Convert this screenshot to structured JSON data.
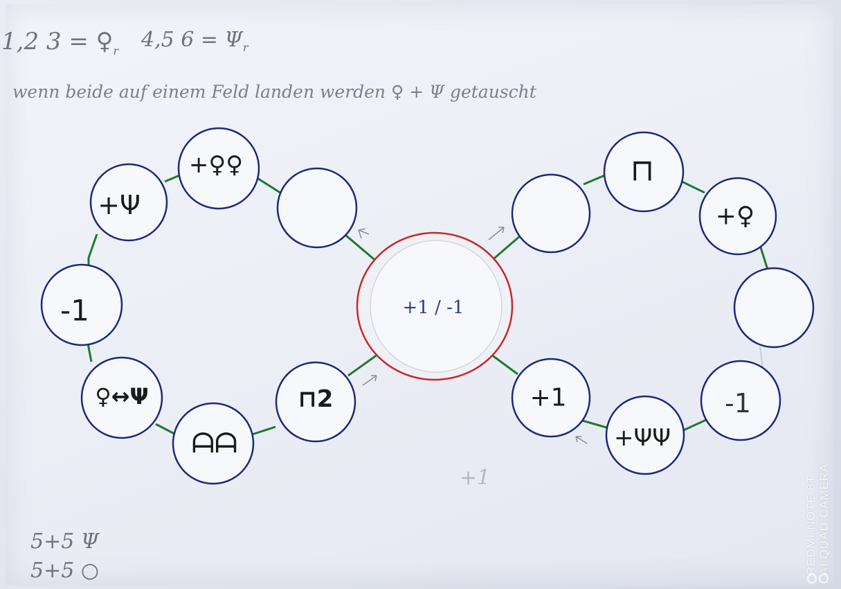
{
  "header_notes": {
    "line1_left": "1,2 3 = ♀",
    "line1_left_sub": "r",
    "line1_right": "4,5 6 = Ψ",
    "line1_right_sub": "r",
    "line2": "wenn beide auf einem Feld landen werden ♀ + Ψ getauscht"
  },
  "board": {
    "center": {
      "label": "+1 / -1"
    },
    "left_loop": [
      {
        "id": "l1",
        "label": "+Ψ"
      },
      {
        "id": "l2",
        "label": "+♀♀"
      },
      {
        "id": "l3",
        "label": ""
      },
      {
        "id": "l4",
        "label": "-1"
      },
      {
        "id": "l5",
        "label": "♀↔Ψ"
      },
      {
        "id": "l6",
        "label": "ᗩᗩ"
      },
      {
        "id": "l7",
        "label": "⊓2"
      }
    ],
    "right_loop": [
      {
        "id": "r1",
        "label": ""
      },
      {
        "id": "r2",
        "label": "⊓"
      },
      {
        "id": "r3",
        "label": "+♀"
      },
      {
        "id": "r4",
        "label": ""
      },
      {
        "id": "r5",
        "label": "-1"
      },
      {
        "id": "r6",
        "label": "+ΨΨ"
      },
      {
        "id": "r7",
        "label": "+1"
      }
    ]
  },
  "bottom_notes": {
    "faint_mark": "+1",
    "line1": "5+5 Ψ",
    "line2": "5+5 ○"
  },
  "watermark": {
    "line1": "REDMI NOTE 8T",
    "line2": "AI QUAD CAMERA"
  },
  "colors": {
    "circle_stroke": "#1c2a7a",
    "connector": "#1e7a2e",
    "center_ring": "#c8282a",
    "token_fill": "#f7f8fb"
  }
}
